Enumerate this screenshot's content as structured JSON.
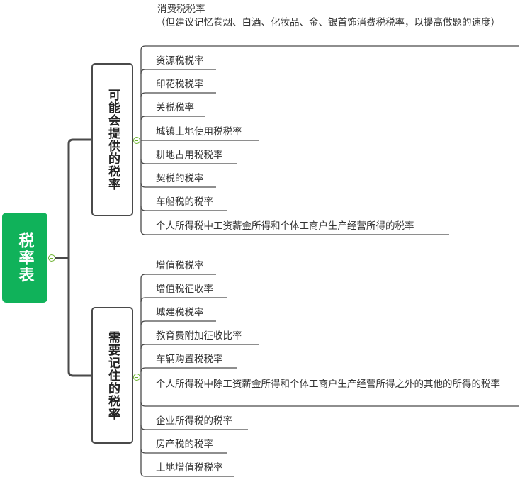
{
  "root": {
    "label": "税率表",
    "color": "#10b25a"
  },
  "groups": [
    {
      "label": "可能会提供的税率",
      "items": [
        {
          "label": "消费税税率",
          "note": "（但建议记忆卷烟、白酒、化妆品、金、银首饰消费税税率，以提高做题的速度）"
        },
        {
          "label": "资源税税率"
        },
        {
          "label": "印花税税率"
        },
        {
          "label": "关税税率"
        },
        {
          "label": "城镇土地使用税税率"
        },
        {
          "label": "耕地占用税税率"
        },
        {
          "label": "契税的税率"
        },
        {
          "label": "车船税的税率"
        },
        {
          "label": "个人所得税中工资薪金所得和个体工商户生产经营所得的税率"
        }
      ]
    },
    {
      "label": "需要记住的税率",
      "items": [
        {
          "label": "增值税税率"
        },
        {
          "label": "增值税征收率"
        },
        {
          "label": "城建税税率"
        },
        {
          "label": "教育费附加征收比率"
        },
        {
          "label": "车辆购置税税率"
        },
        {
          "label": "个人所得税中除工资薪金所得和个体工商户生产经营所得之外的其他的所得的税率"
        },
        {
          "label": "企业所得税的税率"
        },
        {
          "label": "房产税的税率"
        },
        {
          "label": "土地增值税税率"
        }
      ]
    }
  ],
  "colors": {
    "line": "#4a4a4a",
    "underline": "#777777",
    "collapse": "#6bb12e"
  }
}
